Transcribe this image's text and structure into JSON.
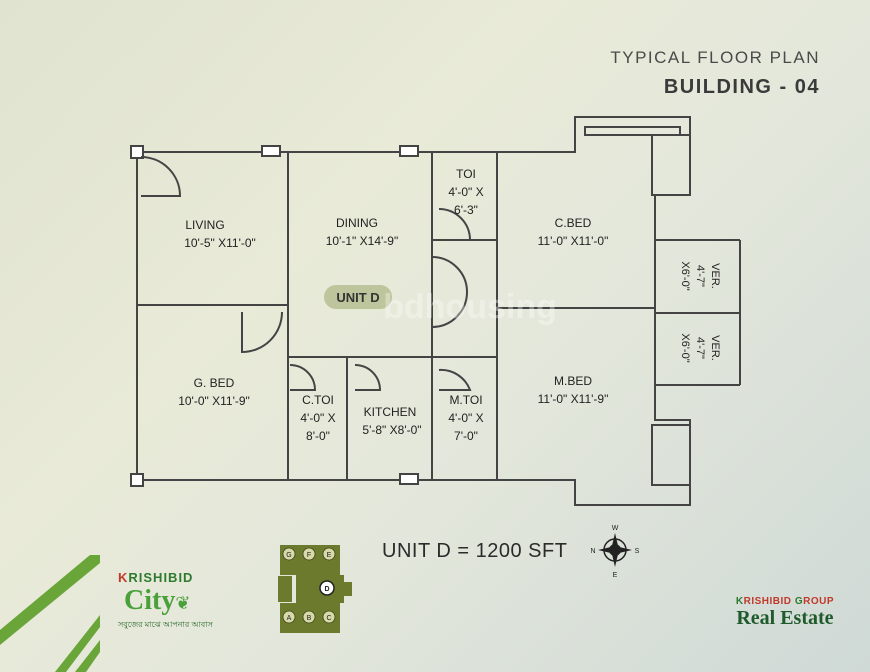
{
  "header": {
    "title": "TYPICAL FLOOR PLAN",
    "building": "BUILDING - 04"
  },
  "rooms": [
    {
      "name": "LIVING",
      "size": "10'-5\" X11'-0\""
    },
    {
      "name": "DINING",
      "size": "10'-1\" X14'-9\""
    },
    {
      "name": "TOI",
      "size1": "4'-0\" X",
      "size2": "6'-3\""
    },
    {
      "name": "C.BED",
      "size": "11'-0\" X11'-0\""
    },
    {
      "name": "G. BED",
      "size": "10'-0\" X11'-9\""
    },
    {
      "name": "C.TOI",
      "size1": "4'-0\" X",
      "size2": "8'-0\""
    },
    {
      "name": "KITCHEN",
      "size": "5'-8\" X8'-0\""
    },
    {
      "name": "M.TOI",
      "size1": "4'-0\" X",
      "size2": "7'-0\""
    },
    {
      "name": "M.BED",
      "size": "11'-0\" X11'-9\""
    },
    {
      "name": "VER.",
      "size1": "4'-7\"",
      "size2": "X6'-0\""
    },
    {
      "name": "VER.",
      "size1": "4'-7\"",
      "size2": "X6'-0\""
    }
  ],
  "unit_label": "UNIT D",
  "unit_area": "UNIT D = 1200 SFT",
  "key_plan": {
    "units_top": [
      "G",
      "F",
      "E"
    ],
    "unit_center": "D",
    "units_bottom": [
      "A",
      "B",
      "C"
    ]
  },
  "compass": {
    "n": "N",
    "s": "S",
    "w": "W",
    "e": "E"
  },
  "logo_city": {
    "brand_k": "K",
    "brand_rest": "RISHIBID",
    "city": "City",
    "tagline": "সবুজের মাঝে আপনার আবাস"
  },
  "logo_real_estate": {
    "group_k": "K",
    "group_rest": "RISHIBID",
    "group_g": "G",
    "group_rest2": "ROUP",
    "name": "Real Estate"
  },
  "watermark": "bdhousing",
  "colors": {
    "wall": "#4a4a4a",
    "accent_green": "#6aa53a",
    "keyplan": "#5f6b2a"
  }
}
